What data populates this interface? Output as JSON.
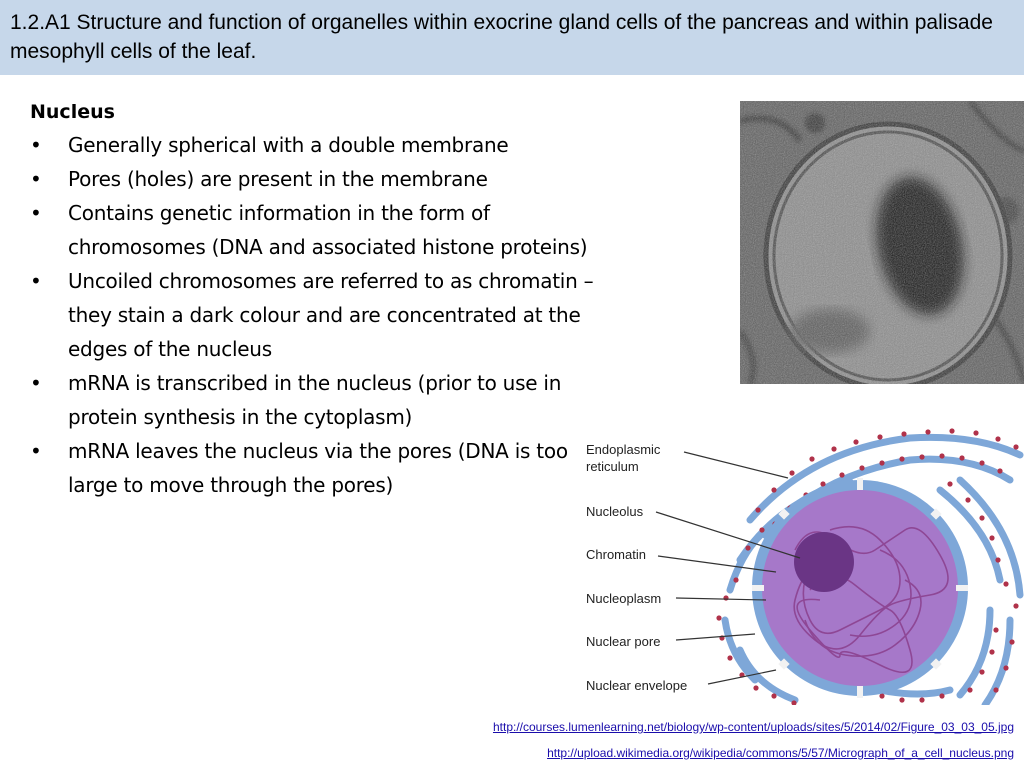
{
  "slide": {
    "title": "1.2.A1 Structure and function of organelles within exocrine gland cells of the pancreas and within palisade mesophyll cells of the leaf."
  },
  "content": {
    "heading": "Nucleus",
    "bullet_symbol": "•",
    "bullets": [
      "Generally spherical with a double membrane",
      "Pores (holes) are present in the membrane",
      "Contains genetic information in the form of chromosomes (DNA and associated histone proteins)",
      "Uncoiled chromosomes are referred to as chromatin – they stain a dark colour and are concentrated at the edges of the nucleus",
      "mRNA is transcribed in the nucleus (prior to use in protein synthesis in the cytoplasm)",
      "mRNA leaves the nucleus via the pores (DNA is too large to move through the pores)"
    ]
  },
  "diagram": {
    "labels": {
      "er_line1": "Endoplasmic",
      "er_line2": "reticulum",
      "nucleolus": "Nucleolus",
      "chromatin": "Chromatin",
      "nucleoplasm": "Nucleoplasm",
      "nuclear_pore": "Nuclear pore",
      "nuclear_envelope": "Nuclear envelope"
    }
  },
  "sources": {
    "link1": "http://courses.lumenlearning.net/biology/wp-content/uploads/sites/5/2014/02/Figure_03_03_05.jpg",
    "link2": "http://upload.wikimedia.org/wikipedia/commons/5/57/Micrograph_of_a_cell_nucleus.png"
  },
  "colors": {
    "title_bg": "#c6d7ea",
    "er_blue": "#7ea7d8",
    "ribosome_red": "#b0324a",
    "nucleus_purple": "#a678c9",
    "nucleolus_purple": "#6a3585",
    "link_blue": "#1a0dab"
  }
}
